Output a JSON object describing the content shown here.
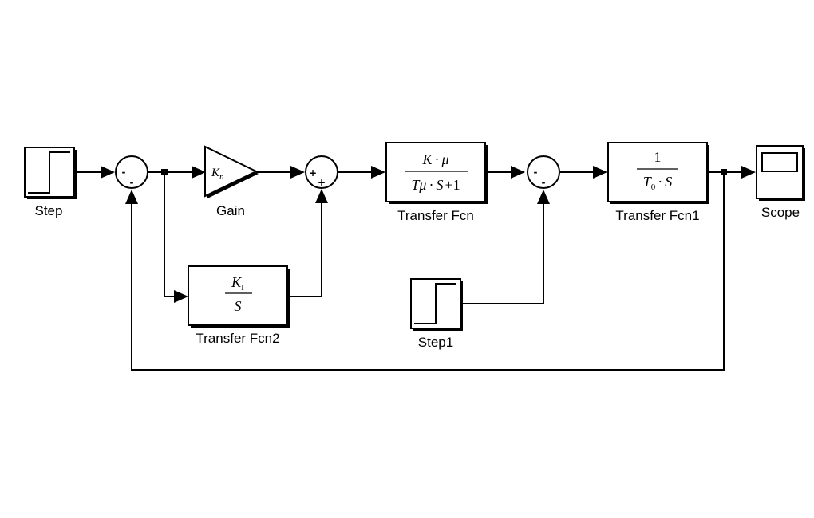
{
  "blocks": {
    "step": {
      "label": "Step"
    },
    "gain": {
      "label": "Gain",
      "symbol": "K",
      "symbol_sub": "n"
    },
    "tf": {
      "label": "Transfer Fcn",
      "num_a": "K",
      "num_dot": "·",
      "num_b": "μ",
      "den_a": "Tμ",
      "den_dot": "·",
      "den_b": "S",
      "den_c": "+1"
    },
    "tf1": {
      "label": "Transfer Fcn1",
      "num": "1",
      "den_a": "T",
      "den_sub": "0",
      "den_dot": "·",
      "den_b": "S"
    },
    "tf2": {
      "label": "Transfer Fcn2",
      "num": "K",
      "num_sub": "I",
      "den": "S"
    },
    "step1": {
      "label": "Step1"
    },
    "scope": {
      "label": "Scope"
    }
  },
  "sums": {
    "sum1": {
      "sign_left": "-",
      "sign_bottom": "-"
    },
    "sum2": {
      "sign_left": "+",
      "sign_bottom": "+"
    },
    "sum3": {
      "sign_left": "-",
      "sign_bottom": "-"
    }
  }
}
